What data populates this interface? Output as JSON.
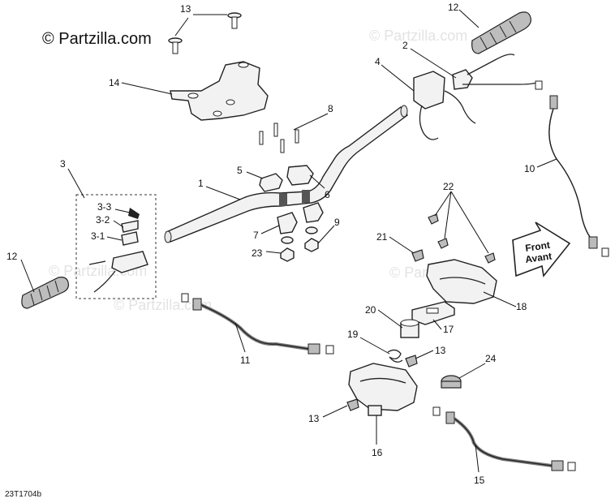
{
  "watermark": {
    "main": "© Partzilla.com",
    "faint": "© Partzilla.com"
  },
  "diagram_code": "23T1704b",
  "arrow_sign": {
    "line1": "Front",
    "line2": "Avant"
  },
  "callouts": [
    {
      "id": "c13a",
      "text": "13"
    },
    {
      "id": "c14",
      "text": "14"
    },
    {
      "id": "c12a",
      "text": "12"
    },
    {
      "id": "c2",
      "text": "2"
    },
    {
      "id": "c4",
      "text": "4"
    },
    {
      "id": "c8",
      "text": "8"
    },
    {
      "id": "c10",
      "text": "10"
    },
    {
      "id": "c3",
      "text": "3"
    },
    {
      "id": "c1",
      "text": "1"
    },
    {
      "id": "c5",
      "text": "5"
    },
    {
      "id": "c6",
      "text": "6"
    },
    {
      "id": "c7",
      "text": "7"
    },
    {
      "id": "c9",
      "text": "9"
    },
    {
      "id": "c23",
      "text": "23"
    },
    {
      "id": "c33",
      "text": "3-3"
    },
    {
      "id": "c32",
      "text": "3-2"
    },
    {
      "id": "c31",
      "text": "3-1"
    },
    {
      "id": "c12b",
      "text": "12"
    },
    {
      "id": "c22",
      "text": "22"
    },
    {
      "id": "c21",
      "text": "21"
    },
    {
      "id": "c18",
      "text": "18"
    },
    {
      "id": "c20",
      "text": "20"
    },
    {
      "id": "c17",
      "text": "17"
    },
    {
      "id": "c19",
      "text": "19"
    },
    {
      "id": "c13b",
      "text": "13"
    },
    {
      "id": "c24",
      "text": "24"
    },
    {
      "id": "c11",
      "text": "11"
    },
    {
      "id": "c13c",
      "text": "13"
    },
    {
      "id": "c16",
      "text": "16"
    },
    {
      "id": "c15",
      "text": "15"
    }
  ]
}
